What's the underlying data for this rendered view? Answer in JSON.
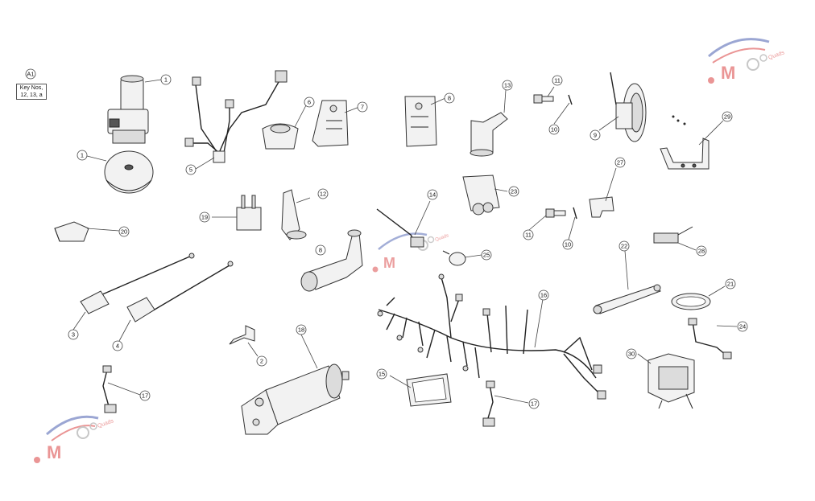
{
  "key_box": {
    "code": "A1",
    "line1": "Key Nos,",
    "line2": "12, 13, a"
  },
  "watermark": {
    "text": "M",
    "sub": "Quads",
    "colors": {
      "red": "#d94040",
      "blue": "#4a5fb0",
      "gear": "#9a9a9a"
    }
  },
  "callouts": {
    "c1a": "1",
    "c1b": "1",
    "c2": "2",
    "c3": "3",
    "c4": "4",
    "c5": "5",
    "c6": "6",
    "c7": "7",
    "c8": "8",
    "c9": "9",
    "c10a": "10",
    "c10b": "10",
    "c11a": "11",
    "c11b": "11",
    "c12": "12",
    "c13": "13",
    "c14": "14",
    "c15": "15",
    "c16": "16",
    "c17a": "17",
    "c17b": "17",
    "c18": "18",
    "c19": "19",
    "c20": "20",
    "c21": "21",
    "c22": "22",
    "c23": "23",
    "c24": "24",
    "c25": "25",
    "c27": "27",
    "c28": "28",
    "c29": "29",
    "c30": "30",
    "c8small": "8"
  }
}
